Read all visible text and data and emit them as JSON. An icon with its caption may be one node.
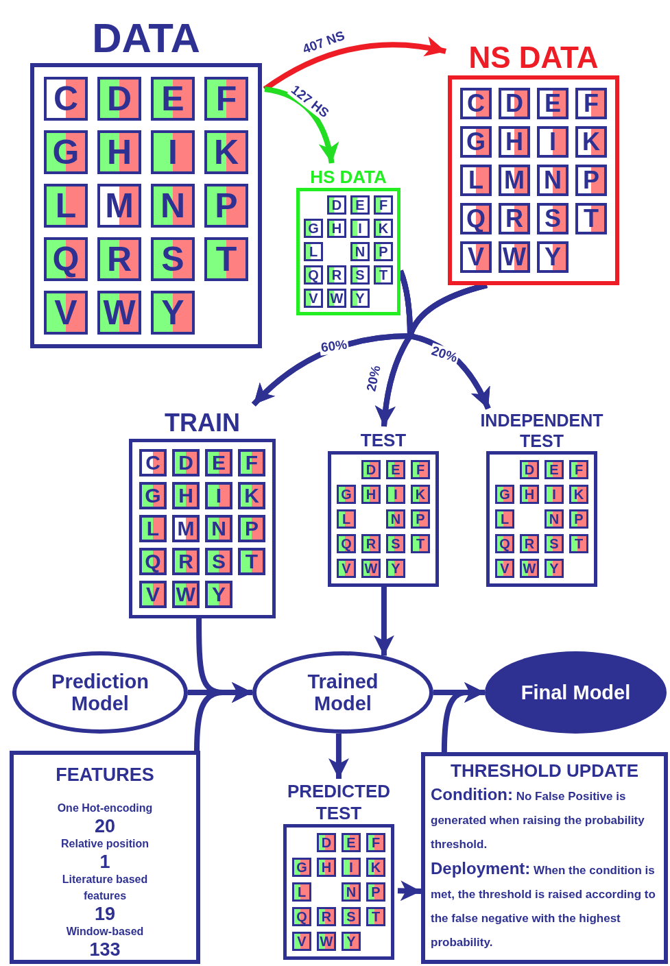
{
  "diagram": {
    "nodes": [
      {
        "text": [
          "DATA"
        ]
      },
      {
        "text": [
          "C"
        ],
        "in": 0
      },
      {
        "text": [
          "D"
        ],
        "in": 0
      },
      {
        "text": [
          "E"
        ],
        "in": 0
      },
      {
        "text": [
          "F"
        ],
        "in": 0
      },
      {
        "text": [
          "G"
        ],
        "in": 0
      },
      {
        "text": [
          "H"
        ],
        "in": 0
      },
      {
        "text": [
          "I"
        ],
        "in": 0
      },
      {
        "text": [
          "K"
        ],
        "in": 0
      },
      {
        "text": [
          "L"
        ],
        "in": 0
      },
      {
        "text": [
          "M"
        ],
        "in": 0
      },
      {
        "text": [
          "N"
        ],
        "in": 0
      },
      {
        "text": [
          "P"
        ],
        "in": 0
      },
      {
        "text": [
          "Q"
        ],
        "in": 0
      },
      {
        "text": [
          "R"
        ],
        "in": 0
      },
      {
        "text": [
          "S"
        ],
        "in": 0
      },
      {
        "text": [
          "T"
        ],
        "in": 0
      },
      {
        "text": [
          "V"
        ],
        "in": 0
      },
      {
        "text": [
          "W"
        ],
        "in": 0
      },
      {
        "text": [
          "Y"
        ],
        "in": 0
      },
      {
        "text": [
          "NS DATA"
        ]
      },
      {
        "text": [
          "C"
        ],
        "in": 20
      },
      {
        "text": [
          "D"
        ],
        "in": 20
      },
      {
        "text": [
          "E"
        ],
        "in": 20
      },
      {
        "text": [
          "F"
        ],
        "in": 20
      },
      {
        "text": [
          "G"
        ],
        "in": 20
      },
      {
        "text": [
          "H"
        ],
        "in": 20
      },
      {
        "text": [
          "I"
        ],
        "in": 20
      },
      {
        "text": [
          "K"
        ],
        "in": 20
      },
      {
        "text": [
          "L"
        ],
        "in": 20
      },
      {
        "text": [
          "M"
        ],
        "in": 20
      },
      {
        "text": [
          "N"
        ],
        "in": 20
      },
      {
        "text": [
          "P"
        ],
        "in": 20
      },
      {
        "text": [
          "Q"
        ],
        "in": 20
      },
      {
        "text": [
          "R"
        ],
        "in": 20
      },
      {
        "text": [
          "S"
        ],
        "in": 20
      },
      {
        "text": [
          "T"
        ],
        "in": 20
      },
      {
        "text": [
          "V"
        ],
        "in": 20
      },
      {
        "text": [
          "W"
        ],
        "in": 20
      },
      {
        "text": [
          "Y"
        ],
        "in": 20
      },
      {
        "text": [
          "HS DATA"
        ]
      },
      {
        "text": [
          "D"
        ],
        "in": 40
      },
      {
        "text": [
          "E"
        ],
        "in": 40
      },
      {
        "text": [
          "F"
        ],
        "in": 40
      },
      {
        "text": [
          "G"
        ],
        "in": 40
      },
      {
        "text": [
          "H"
        ],
        "in": 40
      },
      {
        "text": [
          "I"
        ],
        "in": 40
      },
      {
        "text": [
          "K"
        ],
        "in": 40
      },
      {
        "text": [
          "L"
        ],
        "in": 40
      },
      {
        "text": [
          "N"
        ],
        "in": 40
      },
      {
        "text": [
          "P"
        ],
        "in": 40
      },
      {
        "text": [
          "Q"
        ],
        "in": 40
      },
      {
        "text": [
          "R"
        ],
        "in": 40
      },
      {
        "text": [
          "S"
        ],
        "in": 40
      },
      {
        "text": [
          "T"
        ],
        "in": 40
      },
      {
        "text": [
          "V"
        ],
        "in": 40
      },
      {
        "text": [
          "W"
        ],
        "in": 40
      },
      {
        "text": [
          "Y"
        ],
        "in": 40
      },
      {
        "text": [
          "TRAIN"
        ]
      },
      {
        "text": [
          "C"
        ],
        "in": 58
      },
      {
        "text": [
          "D"
        ],
        "in": 58
      },
      {
        "text": [
          "E"
        ],
        "in": 58
      },
      {
        "text": [
          "F"
        ],
        "in": 58
      },
      {
        "text": [
          "G"
        ],
        "in": 58
      },
      {
        "text": [
          "H"
        ],
        "in": 58
      },
      {
        "text": [
          "I"
        ],
        "in": 58
      },
      {
        "text": [
          "K"
        ],
        "in": 58
      },
      {
        "text": [
          "L"
        ],
        "in": 58
      },
      {
        "text": [
          "M"
        ],
        "in": 58
      },
      {
        "text": [
          "N"
        ],
        "in": 58
      },
      {
        "text": [
          "P"
        ],
        "in": 58
      },
      {
        "text": [
          "Q"
        ],
        "in": 58
      },
      {
        "text": [
          "R"
        ],
        "in": 58
      },
      {
        "text": [
          "S"
        ],
        "in": 58
      },
      {
        "text": [
          "T"
        ],
        "in": 58
      },
      {
        "text": [
          "V"
        ],
        "in": 58
      },
      {
        "text": [
          "W"
        ],
        "in": 58
      },
      {
        "text": [
          "Y"
        ],
        "in": 58
      },
      {
        "text": [
          "TEST"
        ]
      },
      {
        "text": [
          "D"
        ],
        "in": 78
      },
      {
        "text": [
          "E"
        ],
        "in": 78
      },
      {
        "text": [
          "F"
        ],
        "in": 78
      },
      {
        "text": [
          "G"
        ],
        "in": 78
      },
      {
        "text": [
          "H"
        ],
        "in": 78
      },
      {
        "text": [
          "I"
        ],
        "in": 78
      },
      {
        "text": [
          "K"
        ],
        "in": 78
      },
      {
        "text": [
          "L"
        ],
        "in": 78
      },
      {
        "text": [
          "N"
        ],
        "in": 78
      },
      {
        "text": [
          "P"
        ],
        "in": 78
      },
      {
        "text": [
          "Q"
        ],
        "in": 78
      },
      {
        "text": [
          "R"
        ],
        "in": 78
      },
      {
        "text": [
          "S"
        ],
        "in": 78
      },
      {
        "text": [
          "T"
        ],
        "in": 78
      },
      {
        "text": [
          "V"
        ],
        "in": 78
      },
      {
        "text": [
          "W"
        ],
        "in": 78
      },
      {
        "text": [
          "Y"
        ],
        "in": 78
      },
      {
        "text": [
          "INDEPENDENT TEST"
        ]
      },
      {
        "text": [
          "D"
        ],
        "in": 96
      },
      {
        "text": [
          "E"
        ],
        "in": 96
      },
      {
        "text": [
          "F"
        ],
        "in": 96
      },
      {
        "text": [
          "G"
        ],
        "in": 96
      },
      {
        "text": [
          "H"
        ],
        "in": 96
      },
      {
        "text": [
          "I"
        ],
        "in": 96
      },
      {
        "text": [
          "K"
        ],
        "in": 96
      },
      {
        "text": [
          "L"
        ],
        "in": 96
      },
      {
        "text": [
          "N"
        ],
        "in": 96
      },
      {
        "text": [
          "P"
        ],
        "in": 96
      },
      {
        "text": [
          "Q"
        ],
        "in": 96
      },
      {
        "text": [
          "R"
        ],
        "in": 96
      },
      {
        "text": [
          "S"
        ],
        "in": 96
      },
      {
        "text": [
          "T"
        ],
        "in": 96
      },
      {
        "text": [
          "V"
        ],
        "in": 96
      },
      {
        "text": [
          "W"
        ],
        "in": 96
      },
      {
        "text": [
          "Y"
        ],
        "in": 96
      },
      {
        "text": [
          "Prediction Model"
        ]
      },
      {
        "text": [
          "Trained Model"
        ]
      },
      {
        "text": [
          "Final Model"
        ]
      },
      {
        "text": [
          "FEATURES",
          "One Hot-encoding",
          "20",
          "Relative position",
          "1",
          "Literature based features",
          "19",
          "Window-based",
          "133"
        ]
      },
      {
        "text": [
          "PREDICTED TEST"
        ]
      },
      {
        "text": [
          "D"
        ],
        "in": 118
      },
      {
        "text": [
          "E"
        ],
        "in": 118
      },
      {
        "text": [
          "F"
        ],
        "in": 118
      },
      {
        "text": [
          "G"
        ],
        "in": 118
      },
      {
        "text": [
          "H"
        ],
        "in": 118
      },
      {
        "text": [
          "I"
        ],
        "in": 118
      },
      {
        "text": [
          "K"
        ],
        "in": 118
      },
      {
        "text": [
          "L"
        ],
        "in": 118
      },
      {
        "text": [
          "N"
        ],
        "in": 118
      },
      {
        "text": [
          "P"
        ],
        "in": 118
      },
      {
        "text": [
          "Q"
        ],
        "in": 118
      },
      {
        "text": [
          "R"
        ],
        "in": 118
      },
      {
        "text": [
          "S"
        ],
        "in": 118
      },
      {
        "text": [
          "T"
        ],
        "in": 118
      },
      {
        "text": [
          "V"
        ],
        "in": 118
      },
      {
        "text": [
          "W"
        ],
        "in": 118
      },
      {
        "text": [
          "Y"
        ],
        "in": 118
      },
      {
        "text": [
          "THRESHOLD UPDATE",
          "**Condition:** No False Positive is generated when raising the probability threshold.",
          "**Deployment:** When the condition is met, the threshold is raised according to the false negative with the highest probability."
        ]
      }
    ],
    "edges": [
      {
        "from": 0,
        "to": 20,
        "arrow": "to",
        "label": "407 NS",
        "color": "#ee1c25"
      },
      {
        "from": 0,
        "to": 40,
        "arrow": "to",
        "label": "127 HS",
        "color": "#22dd22"
      },
      {
        "from": 40,
        "to": 58,
        "arrow": "to",
        "label": "60%"
      },
      {
        "from": 40,
        "to": 78,
        "arrow": "to",
        "label": "20%"
      },
      {
        "from": 40,
        "to": 96,
        "arrow": "to",
        "label": "20%"
      },
      {
        "from": 20,
        "to": 58,
        "arrow": "to"
      },
      {
        "from": 20,
        "to": 78,
        "arrow": "to"
      },
      {
        "from": 20,
        "to": 96,
        "arrow": "to"
      },
      {
        "from": 58,
        "to": 115,
        "arrow": "to"
      },
      {
        "from": 114,
        "to": 115,
        "arrow": "to"
      },
      {
        "from": 117,
        "to": 115,
        "arrow": "to"
      },
      {
        "from": 78,
        "to": 115,
        "arrow": "to"
      },
      {
        "from": 115,
        "to": 118,
        "arrow": "to"
      },
      {
        "from": 115,
        "to": 116,
        "arrow": "to"
      },
      {
        "from": 136,
        "to": 116,
        "arrow": "to"
      },
      {
        "from": 118,
        "to": 136,
        "arrow": "to"
      }
    ]
  }
}
